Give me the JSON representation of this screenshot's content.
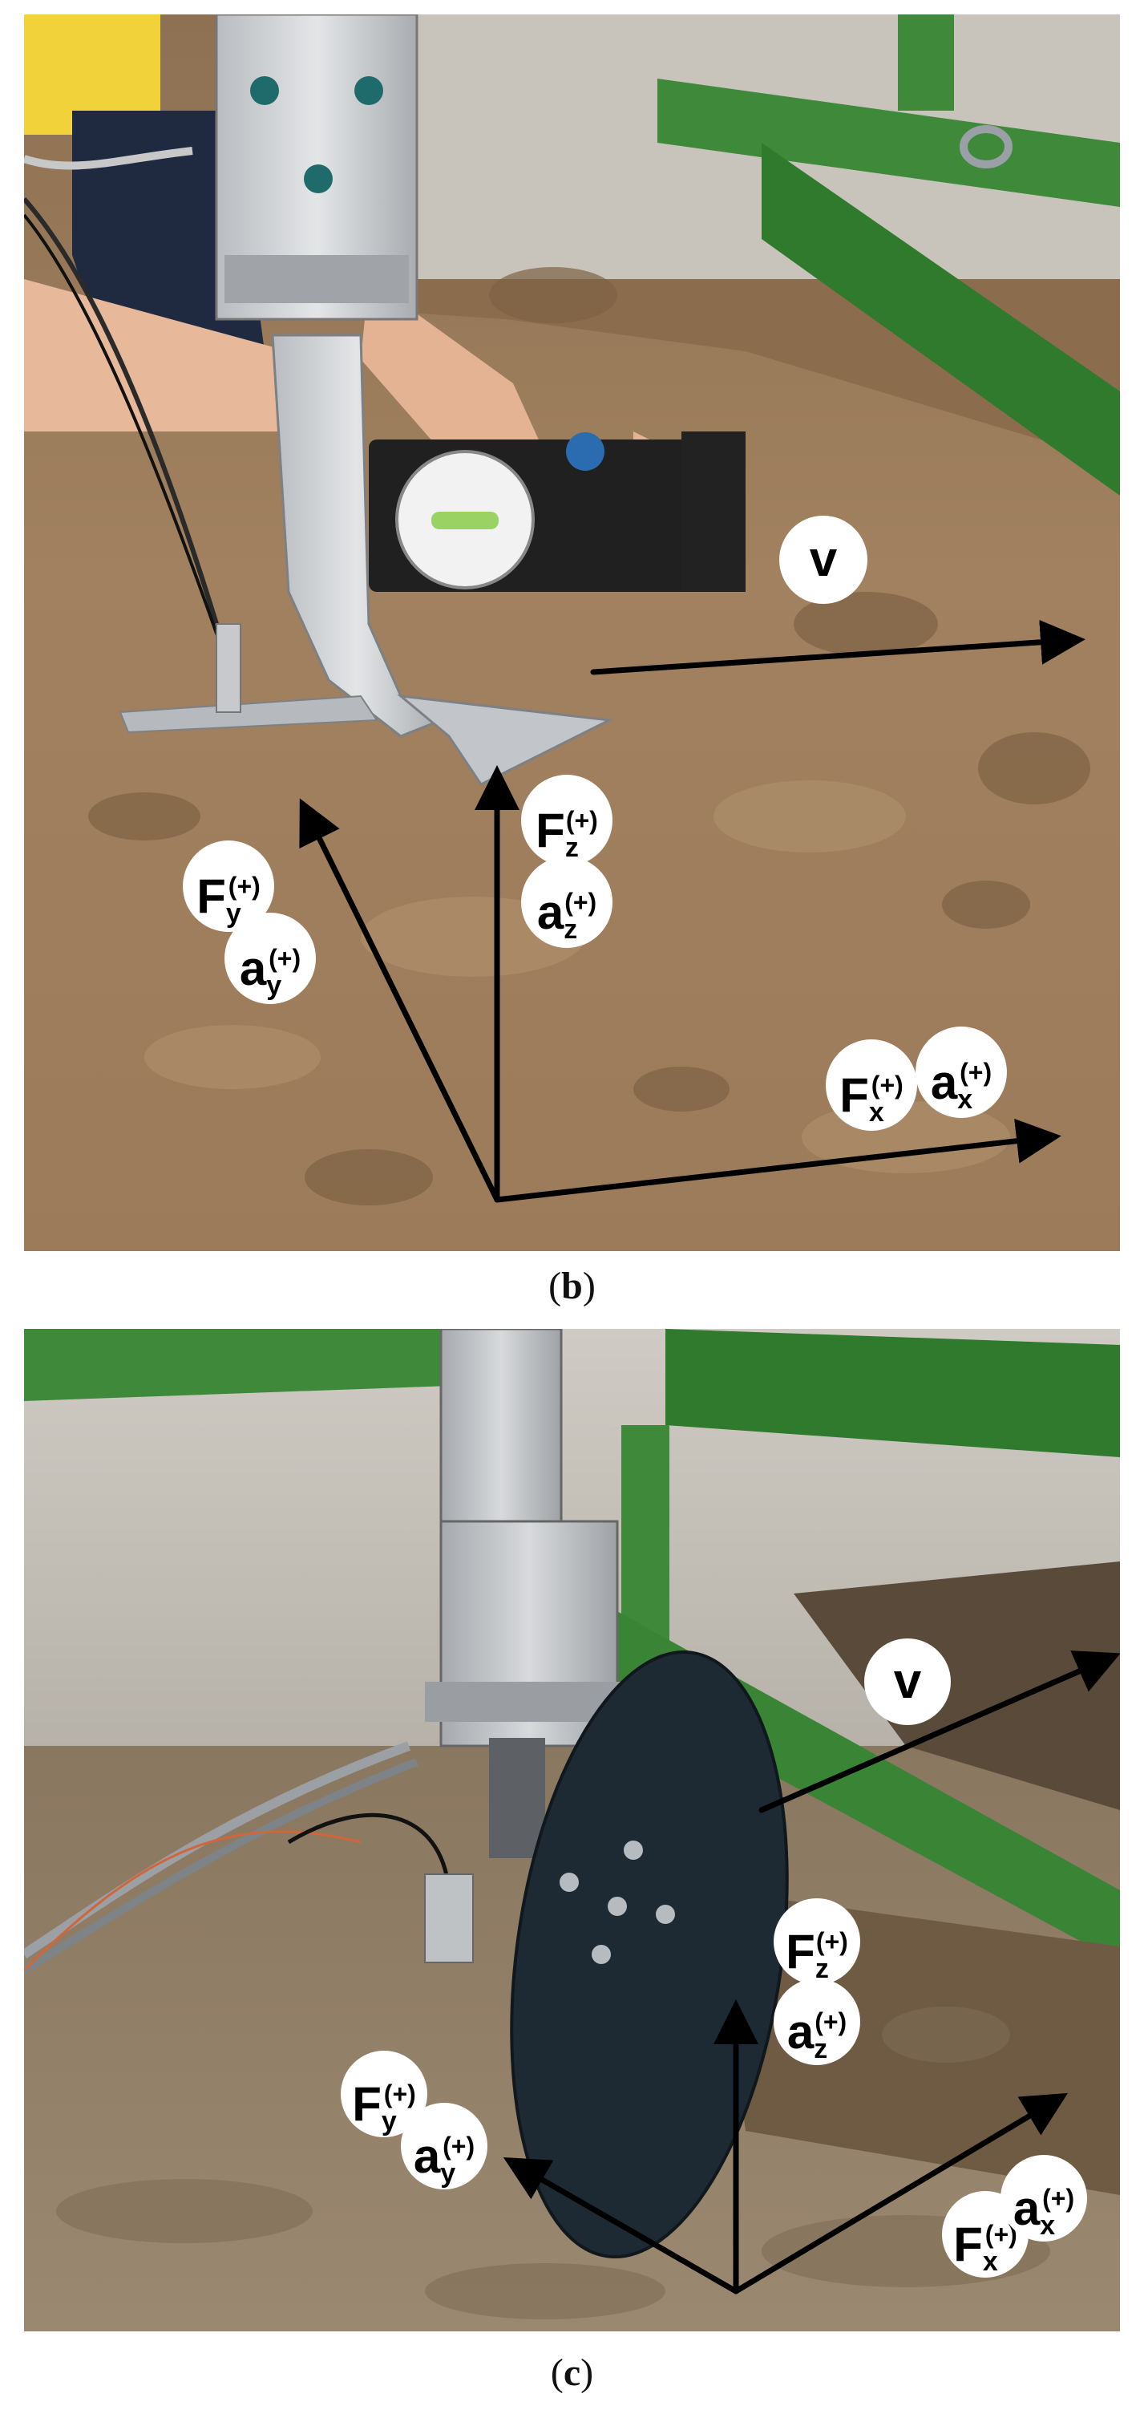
{
  "panel_b": {
    "caption": "b",
    "labels": {
      "v": "v",
      "Fz": {
        "sym": "F",
        "sub": "z",
        "sup": "(+)"
      },
      "az": {
        "sym": "a",
        "sub": "z",
        "sup": "(+)"
      },
      "Fy": {
        "sym": "F",
        "sub": "y",
        "sup": "(+)"
      },
      "ay": {
        "sym": "a",
        "sub": "y",
        "sup": "(+)"
      },
      "Fx": {
        "sym": "F",
        "sub": "x",
        "sup": "(+)"
      },
      "ax": {
        "sym": "a",
        "sub": "x",
        "sup": "(+)"
      }
    }
  },
  "panel_c": {
    "caption": "c",
    "labels": {
      "v": "v",
      "Fz": {
        "sym": "F",
        "sub": "z",
        "sup": "(+)"
      },
      "az": {
        "sym": "a",
        "sub": "z",
        "sup": "(+)"
      },
      "Fy": {
        "sym": "F",
        "sub": "y",
        "sup": "(+)"
      },
      "ay": {
        "sym": "a",
        "sub": "y",
        "sup": "(+)"
      },
      "Fx": {
        "sym": "F",
        "sub": "x",
        "sup": "(+)"
      },
      "ax": {
        "sym": "a",
        "sub": "x",
        "sup": "(+)"
      }
    }
  },
  "colors": {
    "soil": "#9a7a58",
    "soil_dark": "#6f5438",
    "frame_green": "#3f8a3a",
    "wall": "#c9c6c0",
    "arrow": "#000000",
    "label_bg": "#ffffff"
  }
}
